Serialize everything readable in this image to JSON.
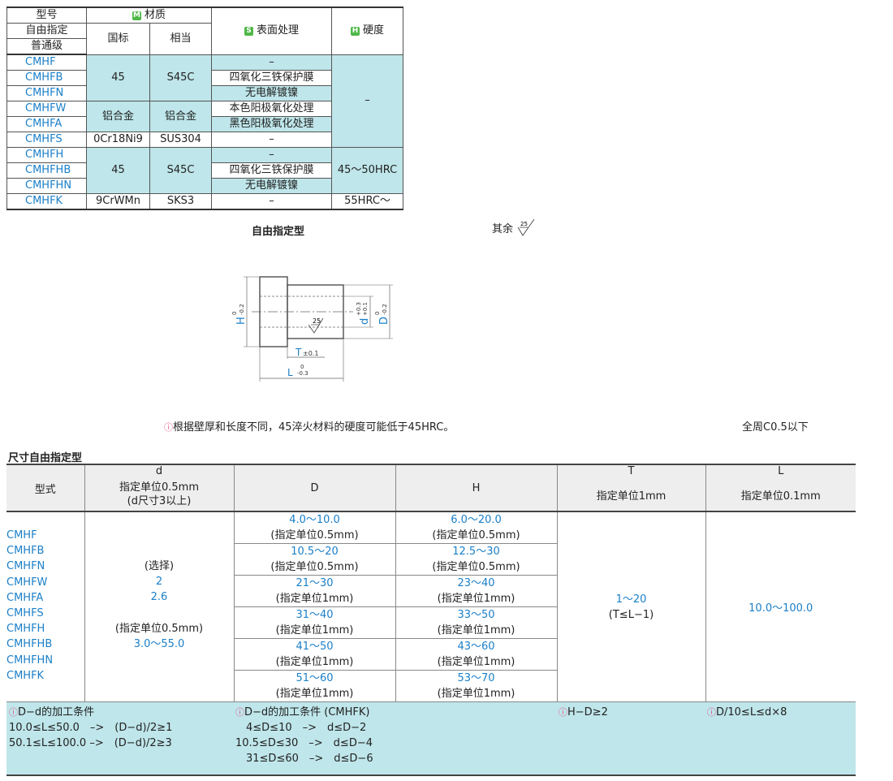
{
  "material_table": {
    "header": {
      "model": "型号",
      "material": "材质",
      "material_badge": "M",
      "free_spec": "自由指定",
      "national": "国标",
      "equivalent": "相当",
      "surface": "表面处理",
      "surface_badge": "S",
      "hardness": "硬度",
      "hardness_badge": "H",
      "normal_grade": "普通级"
    },
    "models": [
      "CMHF",
      "CMHFB",
      "CMHFN",
      "CMHFW",
      "CMHFA",
      "CMHFS",
      "CMHFH",
      "CMHFHB",
      "CMHFHN",
      "CMHFK"
    ],
    "materials": {
      "steel45": "45",
      "s45c": "S45C",
      "aluminum": "铝合金",
      "aluminum_eq": "铝合金",
      "stainless": "0Cr18Ni9",
      "sus304": "SUS304",
      "steel45_2": "45",
      "s45c_2": "S45C",
      "crwmn": "9CrWMn",
      "sks3": "SKS3"
    },
    "surfaces": [
      "–",
      "四氧化三铁保护膜",
      "无电解镀镍",
      "本色阳极氧化处理",
      "黑色阳极氧化处理",
      "–",
      "–",
      "四氧化三铁保护膜",
      "无电解镀镍",
      "–"
    ],
    "hardness": {
      "group1": "–",
      "group2": "45～50HRC",
      "group3": "55HRC～"
    }
  },
  "caption": "自由指定型",
  "roughness_note": {
    "label": "其余",
    "value": "25"
  },
  "drawing": {
    "H": "H",
    "H_tol_upper": "0",
    "H_tol_lower": "-0.2",
    "d": "d",
    "d_tol_upper": "+0.3",
    "d_tol_lower": "+0.1",
    "D": "D",
    "D_tol_upper": "0",
    "D_tol_lower": "-0.2",
    "T": "T",
    "T_tol": "±0.1",
    "L": "L",
    "L_tol_upper": "0",
    "L_tol_lower": "-0.3",
    "roughness": "25"
  },
  "hardness_note": "根据壁厚和长度不同，45淬火材料的硬度可能低于45HRC。",
  "chamfer_note": "全周C0.5以下",
  "size_section_title": "尺寸自由指定型",
  "size_table": {
    "headers": {
      "type": "型式",
      "d": "d",
      "d_unit": "指定单位0.5mm",
      "d_note": "(d尺寸3以上)",
      "D": "D",
      "H": "H",
      "T": "T",
      "T_unit": "指定单位1mm",
      "L": "L",
      "L_unit": "指定单位0.1mm"
    },
    "types": [
      "CMHF",
      "CMHFB",
      "CMHFN",
      "CMHFW",
      "CMHFA",
      "CMHFS",
      "CMHFH",
      "CMHFHB",
      "CMHFHN",
      "CMHFK"
    ],
    "d_values": {
      "select": "(选择)",
      "v1": "2",
      "v2": "2.6",
      "unit": "(指定单位0.5mm)",
      "range": "3.0～55.0"
    },
    "rows": [
      {
        "D": "4.0～10.0",
        "D_unit": "(指定单位0.5mm)",
        "H": "6.0～20.0",
        "H_unit": "(指定单位0.5mm)"
      },
      {
        "D": "10.5～20",
        "D_unit": "(指定单位0.5mm)",
        "H": "12.5～30",
        "H_unit": "(指定单位0.5mm)"
      },
      {
        "D": "21～30",
        "D_unit": "(指定单位1mm)",
        "H": "23～40",
        "H_unit": "(指定单位1mm)"
      },
      {
        "D": "31～40",
        "D_unit": "(指定单位1mm)",
        "H": "33～50",
        "H_unit": "(指定单位1mm)"
      },
      {
        "D": "41～50",
        "D_unit": "(指定单位1mm)",
        "H": "43～60",
        "H_unit": "(指定单位1mm)"
      },
      {
        "D": "51～60",
        "D_unit": "(指定单位1mm)",
        "H": "53～70",
        "H_unit": "(指定单位1mm)"
      }
    ],
    "T_range": "1～20",
    "T_cond": "(T≤L−1)",
    "L_range": "10.0～100.0",
    "conditions": {
      "c1_title": "D−d的加工条件",
      "c1_lines": [
        "10.0≤L≤50.0　–>　(D−d)/2≥1",
        "50.1≤L≤100.0 –>　(D−d)/2≥3"
      ],
      "c2_title": "D−d的加工条件 (CMHFK)",
      "c2_lines": [
        "　4≤D≤10　–>　d≤D−2",
        "10.5≤D≤30　–>　d≤D−4",
        "　31≤D≤60　–>　d≤D−6"
      ],
      "c3": "H−D≥2",
      "c4": "D/10≤L≤d×8"
    }
  }
}
